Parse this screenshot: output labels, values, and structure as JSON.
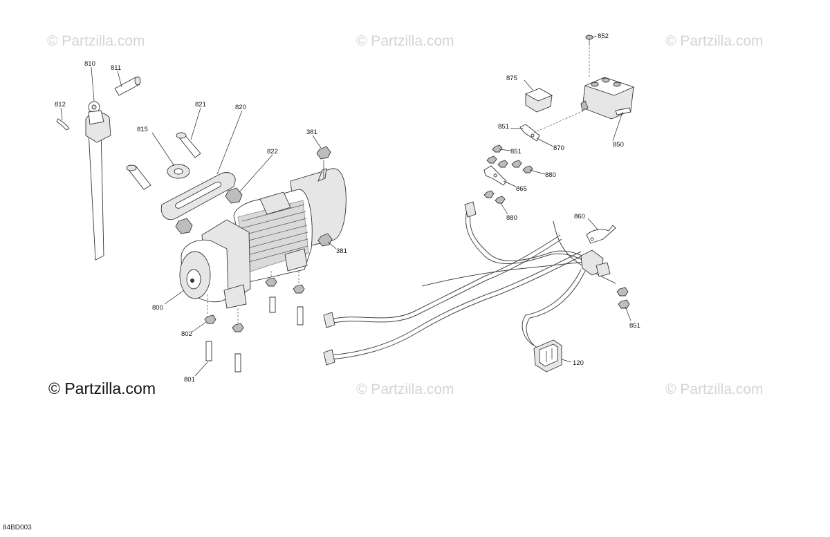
{
  "watermark": "© Partzilla.com",
  "copyright": "© Partzilla.com",
  "diagram_code": "84BD003",
  "part_labels": {
    "p120": "120",
    "p381a": "381",
    "p381b": "381",
    "p800": "800",
    "p801": "801",
    "p802": "802",
    "p810": "810",
    "p811": "811",
    "p812": "812",
    "p815": "815",
    "p820": "820",
    "p821": "821",
    "p822": "822",
    "p850": "850",
    "p851a": "851",
    "p851b": "851",
    "p851c": "851",
    "p852": "852",
    "p860": "860",
    "p865": "865",
    "p870": "870",
    "p875": "875",
    "p880a": "880",
    "p880b": "880"
  }
}
